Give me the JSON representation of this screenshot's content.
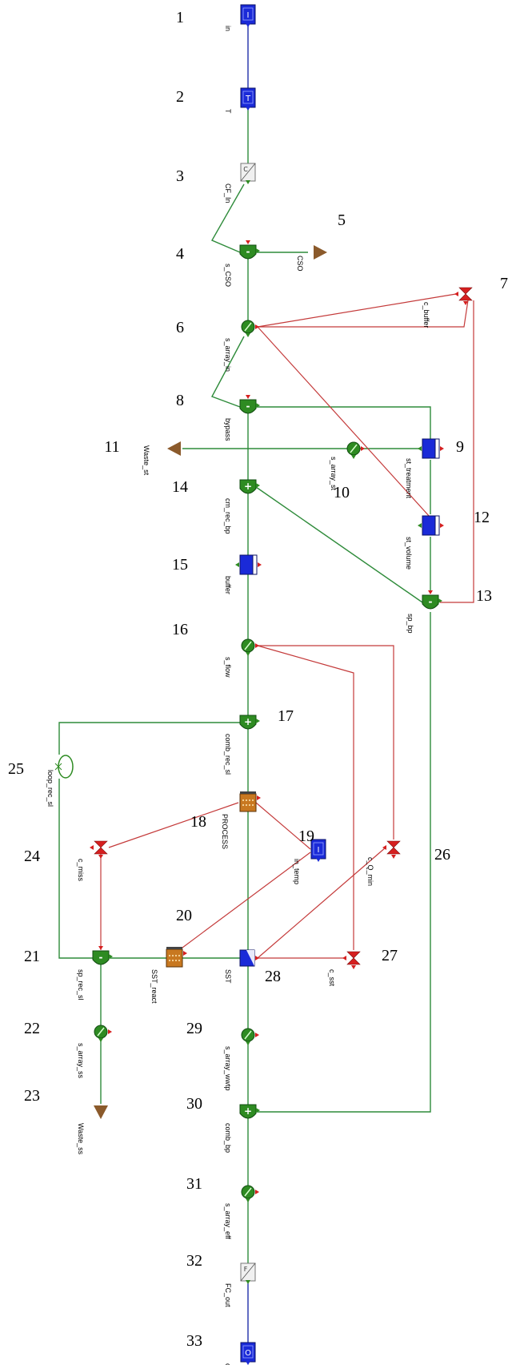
{
  "colors": {
    "flow_wire": "#2e8b3a",
    "signal_wire": "#c43a3a",
    "input_wire": "#1f2fa8",
    "block_blue": "#1a2ad8",
    "block_green": "#2e8b22",
    "block_brown": "#8b5a2b",
    "block_orange": "#c87820",
    "valve_red": "#d62020",
    "converter_gray": "#f0f0f0"
  },
  "blocks": [
    {
      "id": "in",
      "number": "1",
      "label": "in",
      "icon": "input-block-icon",
      "glyph": "I"
    },
    {
      "id": "T",
      "number": "2",
      "label": "T",
      "icon": "temperature-block-icon",
      "glyph": "T"
    },
    {
      "id": "CF_In",
      "number": "3",
      "label": "CF_In",
      "icon": "converter-icon",
      "glyph": "C"
    },
    {
      "id": "s_CSO",
      "number": "4",
      "label": "s_CSO",
      "icon": "splitter-icon",
      "glyph": "-"
    },
    {
      "id": "CSO",
      "number": "5",
      "label": "CSO",
      "icon": "waste-sink-icon",
      "glyph": ""
    },
    {
      "id": "s_array_in",
      "number": "6",
      "label": "s_array_in",
      "icon": "sensor-icon",
      "glyph": "/"
    },
    {
      "id": "c_buffer",
      "number": "7",
      "label": "c_buffer",
      "icon": "valve-icon",
      "glyph": ""
    },
    {
      "id": "bypass",
      "number": "8",
      "label": "bypass",
      "icon": "splitter-icon",
      "glyph": "-"
    },
    {
      "id": "st_treatment",
      "number": "9",
      "label": "st_treatment",
      "icon": "storage-tank-icon",
      "glyph": ""
    },
    {
      "id": "s_array_st",
      "number": "10",
      "label": "s_array_st",
      "icon": "sensor-icon",
      "glyph": "/"
    },
    {
      "id": "Waste_st",
      "number": "11",
      "label": "Waste_st",
      "icon": "waste-sink-icon",
      "glyph": ""
    },
    {
      "id": "st_volume",
      "number": "12",
      "label": "st_volume",
      "icon": "storage-tank-icon",
      "glyph": ""
    },
    {
      "id": "sp_bp",
      "number": "13",
      "label": "sp_bp",
      "icon": "splitter-icon",
      "glyph": "-"
    },
    {
      "id": "cm_rec_bp",
      "number": "14",
      "label": "cm_rec_bp",
      "icon": "combiner-icon",
      "glyph": "+"
    },
    {
      "id": "buffer",
      "number": "15",
      "label": "buffer",
      "icon": "buffer-tank-icon",
      "glyph": ""
    },
    {
      "id": "s_flow",
      "number": "16",
      "label": "s_flow",
      "icon": "sensor-icon",
      "glyph": "/"
    },
    {
      "id": "comb_rec_sl",
      "number": "17",
      "label": "comb_rec_sl",
      "icon": "combiner-icon",
      "glyph": "+"
    },
    {
      "id": "PROCESS",
      "number": "18",
      "label": "PROCESS",
      "icon": "reactor-icon",
      "glyph": ""
    },
    {
      "id": "in_temp",
      "number": "19",
      "label": "in_temp",
      "icon": "input-block-icon",
      "glyph": "I"
    },
    {
      "id": "SST_react",
      "number": "20",
      "label": "SST_react",
      "icon": "reactor-icon",
      "glyph": ""
    },
    {
      "id": "sp_rec_sl",
      "number": "21",
      "label": "sp_rec_sl",
      "icon": "splitter-icon",
      "glyph": "-"
    },
    {
      "id": "s_array_ss",
      "number": "22",
      "label": "s_array_ss",
      "icon": "sensor-icon",
      "glyph": "/"
    },
    {
      "id": "Waste_ss",
      "number": "23",
      "label": "Waste_ss",
      "icon": "waste-sink-icon",
      "glyph": ""
    },
    {
      "id": "c_miss",
      "number": "24",
      "label": "c_miss",
      "icon": "valve-icon",
      "glyph": ""
    },
    {
      "id": "loop_rec_sl",
      "number": "25",
      "label": "loop_rec_sl",
      "icon": "loop-breaker-icon",
      "glyph": ""
    },
    {
      "id": "c_Q_min",
      "number": "26",
      "label": "c_Q_min",
      "icon": "valve-icon",
      "glyph": ""
    },
    {
      "id": "c_sst",
      "number": "27",
      "label": "c_sst",
      "icon": "valve-icon",
      "glyph": ""
    },
    {
      "id": "SST",
      "number": "28",
      "label": "SST",
      "icon": "settler-icon",
      "glyph": ""
    },
    {
      "id": "s_array_wwtp",
      "number": "29",
      "label": "s_array_wwtp",
      "icon": "sensor-icon",
      "glyph": "/"
    },
    {
      "id": "comb_bp",
      "number": "30",
      "label": "comb_bp",
      "icon": "combiner-icon",
      "glyph": "+"
    },
    {
      "id": "s_array_eff",
      "number": "31",
      "label": "s_array_eff",
      "icon": "sensor-icon",
      "glyph": "/"
    },
    {
      "id": "FC_out",
      "number": "32",
      "label": "FC_out",
      "icon": "converter-icon",
      "glyph": "F"
    },
    {
      "id": "out",
      "number": "33",
      "label": "out",
      "icon": "output-block-icon",
      "glyph": "O"
    }
  ]
}
